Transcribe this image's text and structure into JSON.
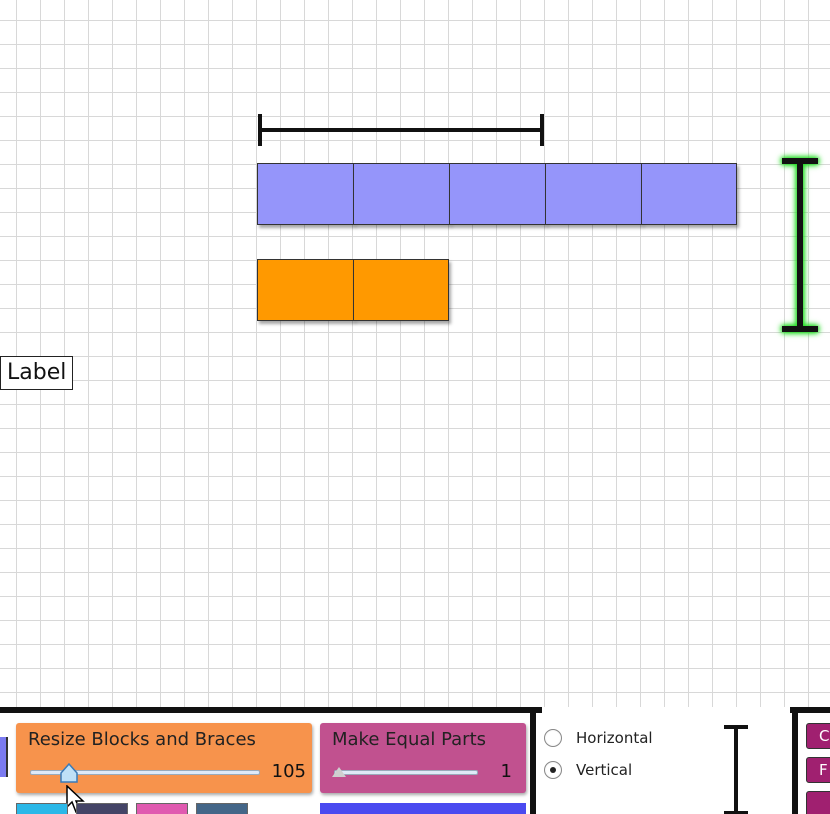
{
  "canvas": {
    "label_text": "Label",
    "blue_block_count": 5,
    "orange_block_count": 2,
    "colors": {
      "blue_block": "#9595fa",
      "orange_block": "#ff9900",
      "selection_glow": "#22dd22",
      "grid": "#d8d8d8"
    }
  },
  "toolbar": {
    "resize_panel": {
      "title": "Resize Blocks and Braces",
      "value": "105"
    },
    "equal_parts_panel": {
      "title": "Make Equal Parts",
      "value": "1"
    },
    "orientation": {
      "horizontal_label": "Horizontal",
      "vertical_label": "Vertical",
      "selected": "Vertical"
    },
    "right_buttons": [
      "C",
      "F",
      ""
    ],
    "colors": {
      "resize_panel": "#f7934c",
      "equal_parts_panel": "#c1518f"
    }
  }
}
